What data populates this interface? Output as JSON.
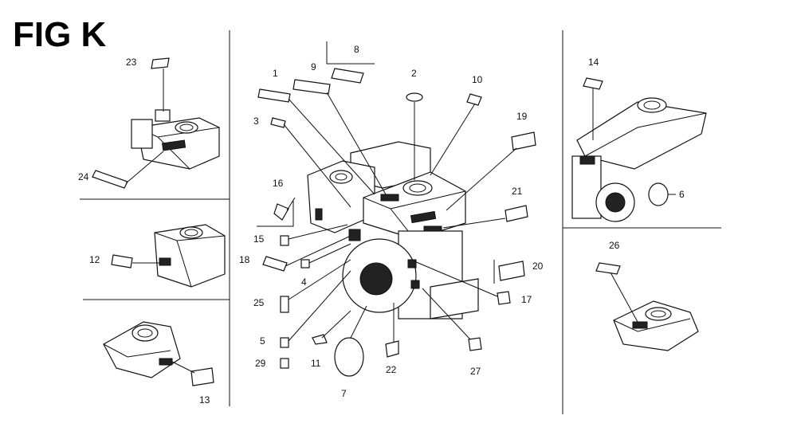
{
  "figure": {
    "title": "FIG K"
  },
  "callouts": [
    {
      "id": "c1",
      "text": "1"
    },
    {
      "id": "c2",
      "text": "2"
    },
    {
      "id": "c3",
      "text": "3"
    },
    {
      "id": "c4",
      "text": "4"
    },
    {
      "id": "c5",
      "text": "5"
    },
    {
      "id": "c6",
      "text": "6"
    },
    {
      "id": "c7",
      "text": "7"
    },
    {
      "id": "c8",
      "text": "8"
    },
    {
      "id": "c9",
      "text": "9"
    },
    {
      "id": "c10",
      "text": "10"
    },
    {
      "id": "c11",
      "text": "11"
    },
    {
      "id": "c12",
      "text": "12"
    },
    {
      "id": "c13",
      "text": "13"
    },
    {
      "id": "c14",
      "text": "14"
    },
    {
      "id": "c15",
      "text": "15"
    },
    {
      "id": "c16",
      "text": "16"
    },
    {
      "id": "c17",
      "text": "17"
    },
    {
      "id": "c18",
      "text": "18"
    },
    {
      "id": "c19",
      "text": "19"
    },
    {
      "id": "c20",
      "text": "20"
    },
    {
      "id": "c21",
      "text": "21"
    },
    {
      "id": "c22",
      "text": "22"
    },
    {
      "id": "c23",
      "text": "23"
    },
    {
      "id": "c24",
      "text": "24"
    },
    {
      "id": "c25",
      "text": "25"
    },
    {
      "id": "c26",
      "text": "26"
    },
    {
      "id": "c27",
      "text": "27"
    },
    {
      "id": "c29",
      "text": "29"
    }
  ]
}
